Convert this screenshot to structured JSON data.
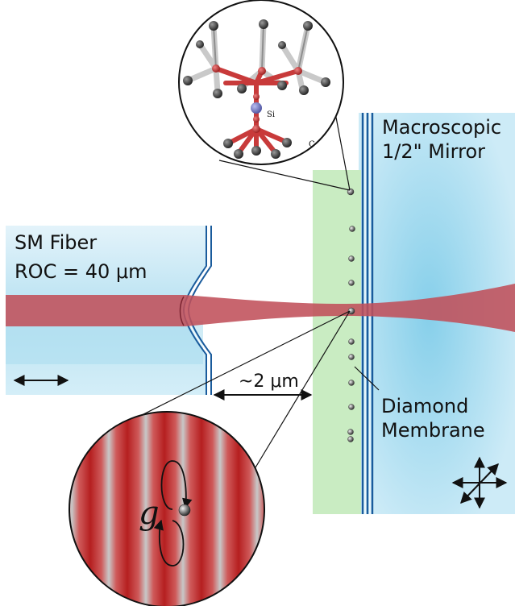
{
  "labels": {
    "fiber_line1": "SM Fiber",
    "fiber_line2": "ROC = 40 μm",
    "mirror_line1": "Macroscopic",
    "mirror_line2": "1/2\" Mirror",
    "membrane_line1": "Diamond",
    "membrane_line2": "Membrane",
    "gap": "~2 μm",
    "coupling": "g",
    "atom_si": "Si",
    "atom_c": "C"
  },
  "colors": {
    "fiber": "#cfeaf6",
    "fiber_core": "#a8dcef",
    "mirror": "#bfe5f3",
    "mirror_deep": "#8fd2ea",
    "membrane": "#c9ecc2",
    "beam": "#c0505a",
    "coating": "#1a5b9c",
    "standing_wave_red": "#b51f20",
    "standing_wave_gray": "#c8c8c8",
    "carbon": "#4a4a4a",
    "bond_red": "#c83a3a",
    "silicon": "#7a7fc0"
  },
  "icons": {
    "translation_arrow": "double-headed-arrow-icon",
    "xy_translation": "four-way-arrow-icon"
  }
}
